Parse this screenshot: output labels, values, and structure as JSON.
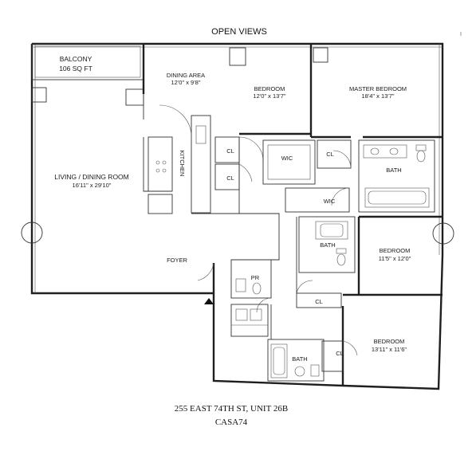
{
  "header": {
    "title": "OPEN VIEWS"
  },
  "rooms": {
    "balcony_name": "BALCONY",
    "balcony_size": "106 SQ FT",
    "dining_name": "DINING AREA",
    "dining_size": "12'0\" x 9'8\"",
    "bedroom1_name": "BEDROOM",
    "bedroom1_size": "12'0\" x 13'7\"",
    "master_name": "MASTER BEDROOM",
    "master_size": "18'4\" x 13'7\"",
    "living_name": "LIVING / DINING ROOM",
    "living_size": "16'11\" x 29'10\"",
    "kitchen": "KITCHEN",
    "wic1": "WIC",
    "wic2": "WIC",
    "cl1": "CL",
    "cl2": "CL",
    "cl3": "CL",
    "cl4": "CL",
    "cl5": "CL",
    "bath1": "BATH",
    "bath2": "BATH",
    "bath3": "BATH",
    "bedroom2_name": "BEDROOM",
    "bedroom2_size": "11'5\" x 12'0\"",
    "bedroom3_name": "BEDROOM",
    "bedroom3_size": "13'11\" x 11'6\"",
    "foyer": "FOYER",
    "powder": "PR"
  },
  "footer": {
    "address": "255 EAST 74TH ST, UNIT 26B",
    "code": "CASA74"
  }
}
